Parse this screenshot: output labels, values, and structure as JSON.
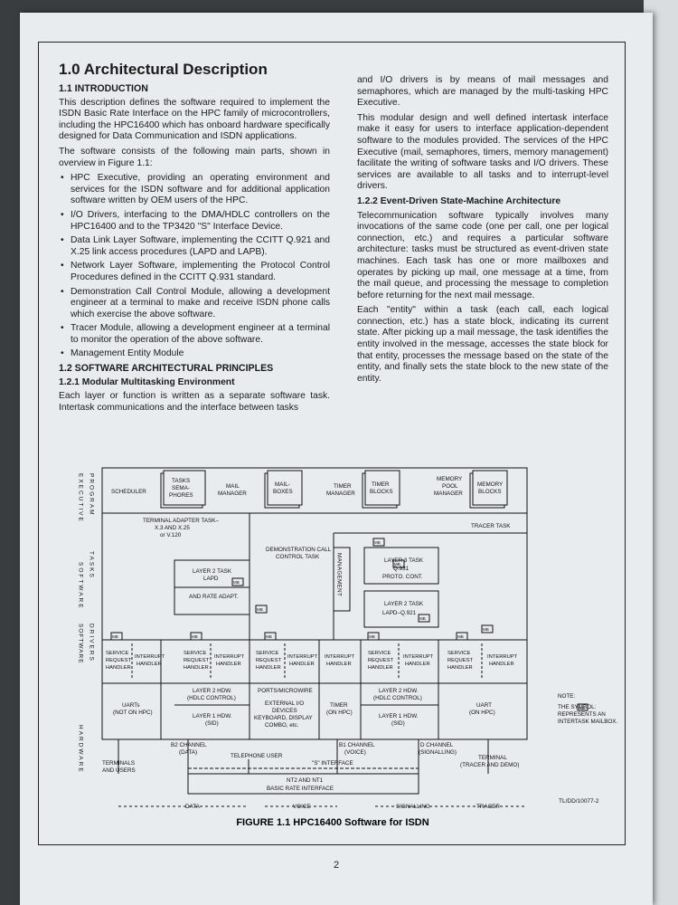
{
  "title": "1.0 Architectural Description",
  "sections": {
    "s1_1": "1.1 INTRODUCTION",
    "s1_2": "1.2 SOFTWARE ARCHITECTURAL PRINCIPLES",
    "s1_2_1": "1.2.1 Modular Multitasking Environment",
    "s1_2_2": "1.2.2 Event-Driven State-Machine Architecture"
  },
  "paragraphs": {
    "intro1": "This description defines the software required to implement the ISDN Basic Rate Interface on the HPC family of microcontrollers, including the HPC16400 which has onboard hardware specifically designed for Data Communication and ISDN applications.",
    "intro2": "The software consists of the following main parts, shown in overview in Figure 1.1:",
    "modular1": "Each layer or function is written as a separate software task. Intertask communications and the interface between tasks",
    "right1": "and I/O drivers is by means of mail messages and semaphores, which are managed by the multi-tasking HPC Executive.",
    "right2": "This modular design and well defined intertask interface make it easy for users to interface application-dependent software to the modules provided. The services of the HPC Executive (mail, semaphores, timers, memory management) facilitate the writing of software tasks and I/O drivers. These services are available to all tasks and to interrupt-level drivers.",
    "event1": "Telecommunication software typically involves many invocations of the same code (one per call, one per logical connection, etc.) and requires a particular software architecture: tasks must be structured as event-driven state machines. Each task has one or more mailboxes and operates by picking up mail, one message at a time, from the mail queue, and processing the message to completion before returning for the next mail message.",
    "event2": "Each \"entity\" within a task (each call, each logical connection, etc.) has a state block, indicating its current state. After picking up a mail message, the task identifies the entity involved in the message, accesses the state block for that entity, processes the message based on the state of the entity, and finally sets the state block to the new state of the entity."
  },
  "bullets": [
    "HPC Executive, providing an operating environment and services for the ISDN software and for additional application software written by OEM users of the HPC.",
    "I/O Drivers, interfacing to the DMA/HDLC controllers on the HPC16400 and to the TP3420 \"S\" Interface Device.",
    "Data Link Layer Software, implementing the CCITT Q.921 and X.25 link access procedures (LAPD and LAPB).",
    "Network Layer Software, implementing the Protocol Control Procedures defined in the CCITT Q.931 standard.",
    "Demonstration Call Control Module, allowing a development engineer at a terminal to make and receive ISDN phone calls which exercise the above software.",
    "Tracer Module, allowing a development engineer at a terminal to monitor the operation of the above software.",
    "Management Entity Module"
  ],
  "figure": {
    "caption": "FIGURE 1.1 HPC16400 Software for ISDN",
    "ref": "TL/DD/10077-2",
    "side_labels": {
      "exec": "EXECUTIVE",
      "program": "PROGRAM",
      "tasks": "TASKS",
      "software": "SOFTWARE",
      "drivers": "DRIVERS",
      "hardware": "HARDWARE"
    },
    "exec_row": {
      "scheduler": "SCHEDULER",
      "tasks_sema_1": "TASKS",
      "tasks_sema_2": "SEMA-",
      "tasks_sema_3": "PHORES",
      "mail_manager_1": "MAIL",
      "mail_manager_2": "MANAGER",
      "mailboxes_1": "MAIL-",
      "mailboxes_2": "BOXES",
      "timer_manager_1": "TIMER",
      "timer_manager_2": "MANAGER",
      "timer_blocks_1": "TIMER",
      "timer_blocks_2": "BLOCKS",
      "memory_pool_1": "MEMORY",
      "memory_pool_2": "POOL",
      "memory_pool_3": "MANAGER",
      "memory_blocks_1": "MEMORY",
      "memory_blocks_2": "BLOCKS"
    },
    "tasks_row": {
      "terminal_adapter_1": "TERMINAL ADAPTER TASK–",
      "terminal_adapter_2": "X.3 AND X.25",
      "terminal_adapter_3": "or V.120",
      "demo_call_1": "DEMONSTRATION CALL",
      "demo_call_2": "CONTROL TASK",
      "tracer_task": "TRACER TASK",
      "management": "MANAGEMENT",
      "layer3_1": "LAYER 3 TASK",
      "layer3_2": "Q.931",
      "layer3_3": "PROTO. CONT.",
      "layer2_1": "LAYER 2 TASK",
      "layer2_2": "LAPD–Q.921",
      "layer2a_1": "LAYER 2 TASK",
      "layer2a_2": "LAPD",
      "layer2a_3": "AND RATE ADAPT.",
      "mb": "MB"
    },
    "drivers_row": {
      "service_1": "SERVICE",
      "service_2": "REQUEST",
      "service_3": "HANDLER",
      "interrupt_1": "INTERRUPT",
      "interrupt_2": "HANDLER"
    },
    "hardware_row": {
      "uarts_1": "UARTs",
      "uarts_2": "(NOT ON HPC)",
      "l2hdw_1": "LAYER 2 HDW.",
      "l2hdw_2": "(HDLC CONTROL)",
      "l1hdw_1": "LAYER 1 HDW.",
      "l1hdw_2": "(SID)",
      "ports": "PORTS/MICROWIRE",
      "ext_1": "EXTERNAL I/O",
      "ext_2": "DEVICES",
      "ext_3": "KEYBOARD, DISPLAY",
      "ext_4": "COMBO, etc.",
      "timer_1": "TIMER",
      "timer_2": "(ON HPC)",
      "uart_1": "UART",
      "uart_2": "(ON HPC)"
    },
    "note_1": "NOTE:",
    "note_2": "THE SYMBOL:",
    "note_3": "REPRESENTS AN",
    "note_4": "INTERTASK MAILBOX.",
    "channels": {
      "b2_1": "B2 CHANNEL",
      "b2_2": "(DATA)",
      "b1_1": "B1 CHANNEL",
      "b1_2": "(VOICE)",
      "d_1": "D CHANNEL",
      "d_2": "(SIGNALLING)",
      "telephone_user": "TELEPHONE USER",
      "terminals_1": "TERMINALS",
      "terminals_2": "AND USERS",
      "terminal_1": "TERMINAL",
      "terminal_2": "(TRACER AND DEMO)",
      "s_interface": "\"S\" INTERFACE",
      "nt_1": "NT2 AND NT1",
      "nt_2": "BASIC RATE INTERFACE"
    },
    "bottom": {
      "data": "DATA",
      "voice": "VOICE",
      "signalling": "SIGNALLING",
      "tracer": "TRACER"
    }
  },
  "page_number": "2"
}
